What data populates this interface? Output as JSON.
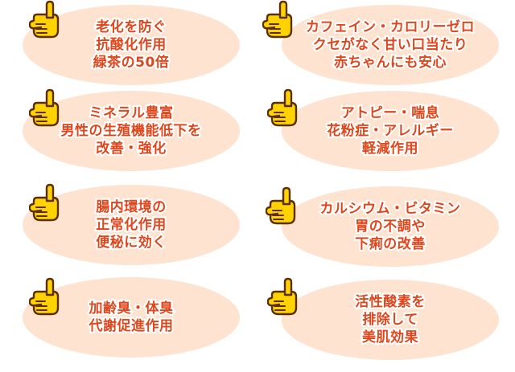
{
  "colors": {
    "card_fill": "#fde3d0",
    "text": "#e0461c",
    "hand_fill": "#ffd200",
    "hand_outline": "#5a2e00"
  },
  "icon": "pointing-hand-icon",
  "cards": [
    {
      "lines": [
        "老化を防ぐ",
        "抗酸化作用",
        "緑茶の50倍"
      ]
    },
    {
      "lines": [
        "カフェイン・カロリーゼロ",
        "クセがなく甘い口当たり",
        "赤ちゃんにも安心"
      ]
    },
    {
      "lines": [
        "ミネラル豊富",
        "男性の生殖機能低下を",
        "改善・強化"
      ]
    },
    {
      "lines": [
        "アトピー・喘息",
        "花粉症・アレルギー",
        "軽減作用"
      ]
    },
    {
      "lines": [
        "腸内環境の",
        "正常化作用",
        "便秘に効く"
      ]
    },
    {
      "lines": [
        "カルシウム・ビタミン",
        "胃の不調や",
        "下痢の改善"
      ]
    },
    {
      "lines": [
        "加齢臭・体臭",
        "代謝促進作用"
      ]
    },
    {
      "lines": [
        "活性酸素を",
        "排除して",
        "美肌効果"
      ]
    }
  ]
}
